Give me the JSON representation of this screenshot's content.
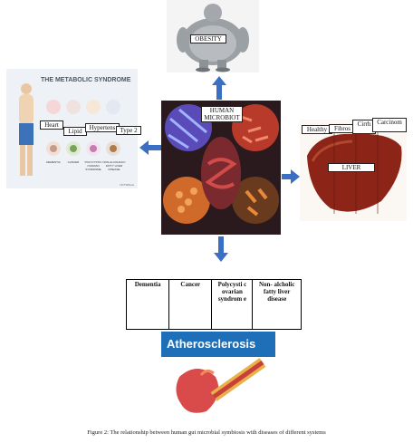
{
  "center": {
    "label": "HUMAN MICROBIOT"
  },
  "obesity": {
    "label": "OBESITY"
  },
  "metabolic": {
    "title": "THE METABOLIC SYNDROME",
    "labels": [
      "Heart",
      "Lipid",
      "Hypertens",
      "Type 2"
    ],
    "icon_captions": [
      "DEMENTIA",
      "CANCER",
      "POLYCYSTIC OVARIAN SYNDROME",
      "NON-ALCOHOLIC FATTY LIVER DISEASE"
    ],
    "credit": "NCTSPlans"
  },
  "liver": {
    "labels": [
      "Healthy",
      "Fibros",
      "Cirrh",
      "Carcinom"
    ],
    "name": "LIVER"
  },
  "diseases_table": {
    "cells": [
      "Dementia",
      "Cancer",
      "Polycysti c ovarian syndrom e",
      "Non- alcholic fatty liver disease"
    ]
  },
  "atherosclerosis": {
    "title": "Atherosclerosis"
  },
  "caption": "Figure 2: The relationship between human gut microbial symbiosis with diseases of different systems",
  "colors": {
    "arrow": "#3a6fc4",
    "athero_bg": "#1f6fb8",
    "metabolic_bg": "#eef2f6",
    "center_bg": "#2a1a1e"
  }
}
